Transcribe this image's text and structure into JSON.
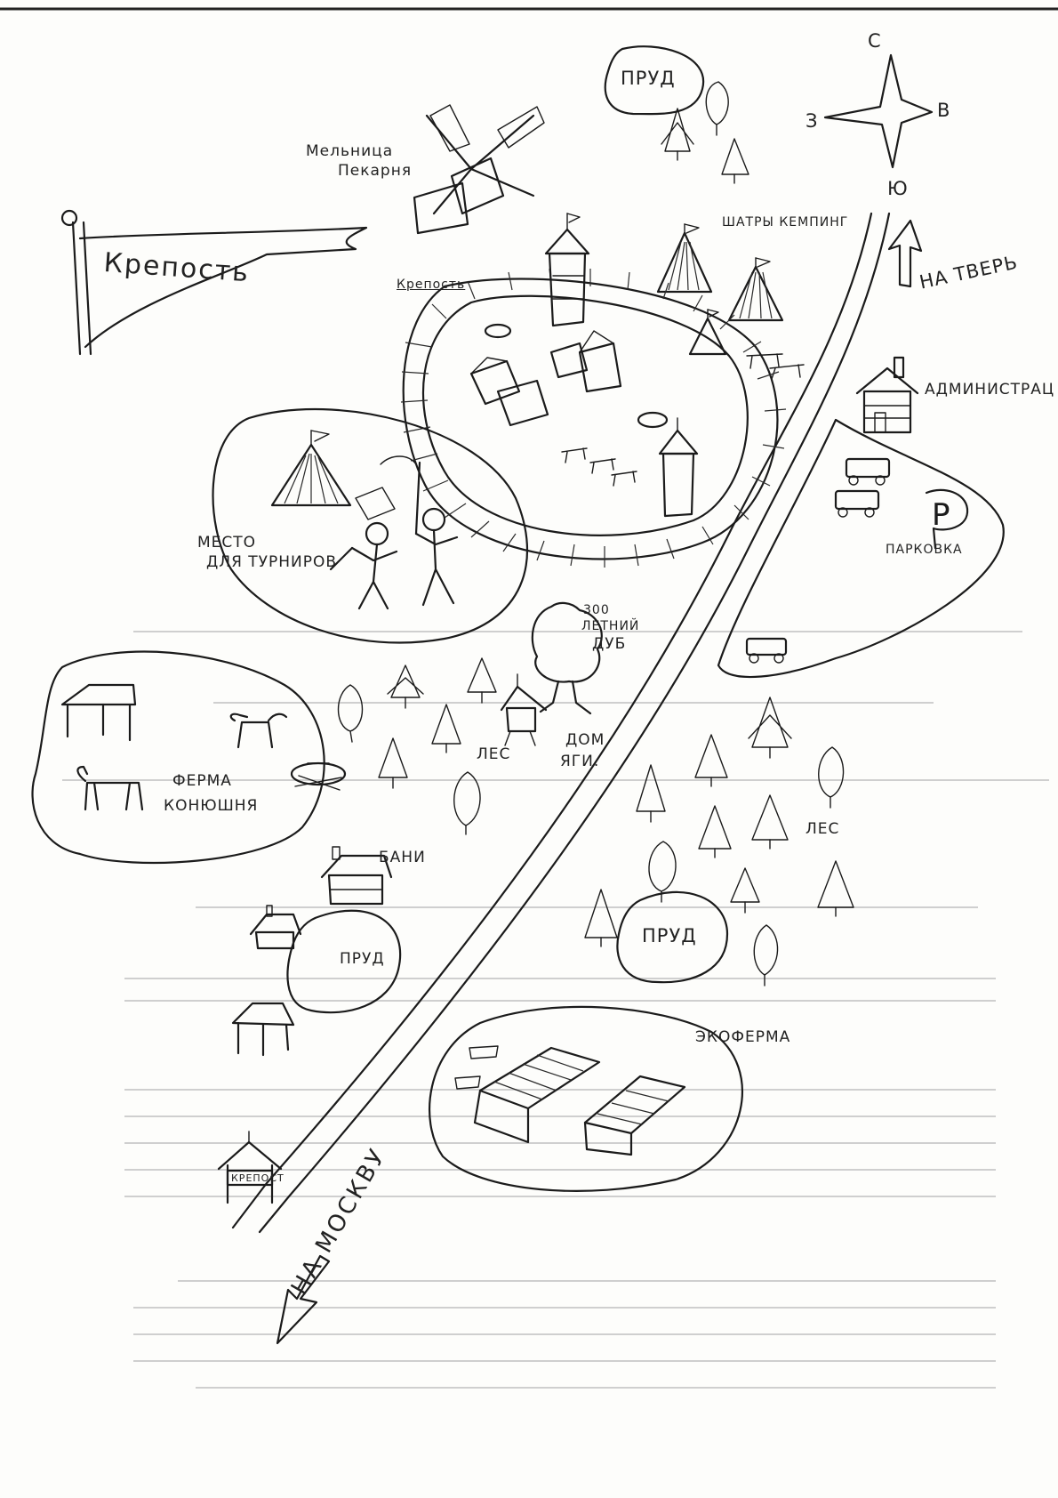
{
  "map": {
    "labels": {
      "banner": "Крепость",
      "fortress": "Крепость",
      "mill": "Мельница",
      "bakery": "Пекарня",
      "pond_north": "ПРУД",
      "tents": "ШАТРЫ КЕМПИНГ",
      "to_tver": "НА ТВЕРЬ",
      "admin": "АДМИНИСТРАЦ",
      "parking": "ПАРКОВКА",
      "parking_sign": "P",
      "tournament_1": "МЕСТО",
      "tournament_2": "ДЛЯ ТУРНИРОВ",
      "oak_1": "300",
      "oak_2": "ЛЕТНИЙ",
      "oak_3": "ДУБ",
      "forest_west": "ЛЕС",
      "yaga_1": "ДОМ",
      "yaga_2": "ЯГИ.",
      "forest_east": "ЛЕС",
      "farm_1": "ФЕРМА",
      "farm_2": "КОНЮШНЯ",
      "bath": "БАНИ",
      "pond_west": "ПРУД",
      "pond_east": "ПРУД",
      "ecofarm": "ЭКОФЕРМА",
      "to_moscow": "НА МОСКВУ",
      "gate_sign": "КРЕПОСТ"
    },
    "compass": {
      "n": "С",
      "e": "В",
      "w": "З",
      "s": "Ю"
    }
  }
}
